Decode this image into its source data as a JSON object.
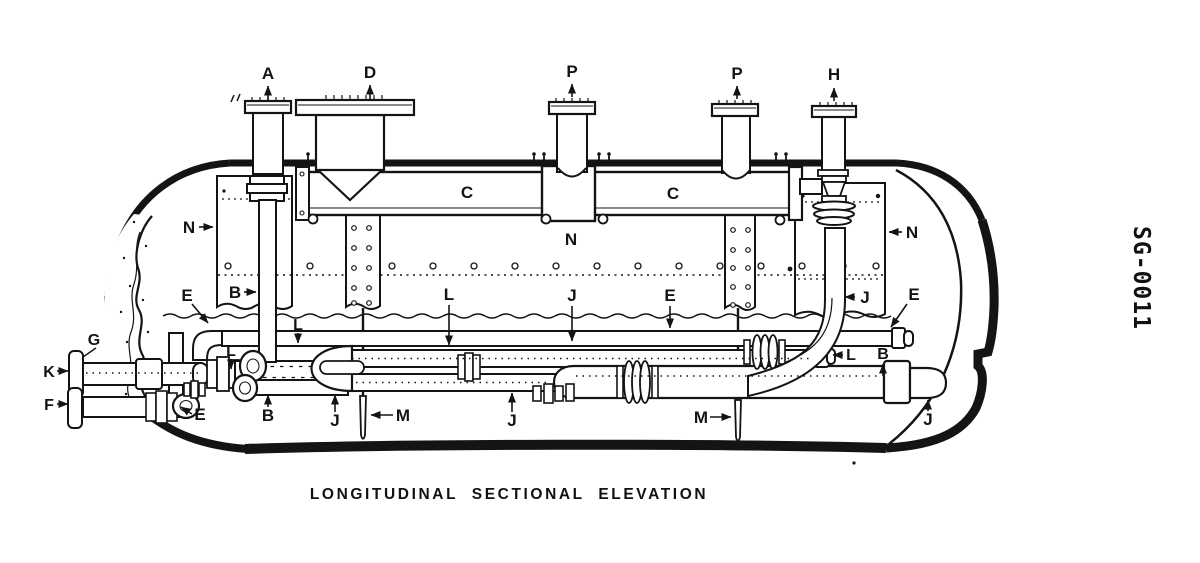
{
  "doc": {
    "caption": "LONGITUDINAL SECTIONAL ELEVATION",
    "drawing_number": "SG-0011"
  },
  "colors": {
    "ink": "#141414",
    "paper": "#ffffff"
  },
  "callouts": {
    "nozzle_a": "A",
    "nozzle_d": "D",
    "nozzle_p1": "P",
    "nozzle_p2": "P",
    "nozzle_h": "H",
    "n_left": "N",
    "n_center": "N",
    "n_right": "N",
    "c_left": "C",
    "c_right": "C",
    "b_downcomer": "B",
    "b_bottom": "B",
    "b_right": "B",
    "e_upper_left": "E",
    "e_lower_left": "E",
    "e_center": "E",
    "e_right": "E",
    "l_left": "L",
    "l_mid_left": "L",
    "l_center": "L",
    "l_right": "L",
    "j_center": "J",
    "j_right_mid": "J",
    "j_bottom_left": "J",
    "j_bottom_center": "J",
    "j_bottom_right": "J",
    "m_left": "M",
    "m_right": "M",
    "g": "G",
    "k": "K",
    "f": "F"
  }
}
